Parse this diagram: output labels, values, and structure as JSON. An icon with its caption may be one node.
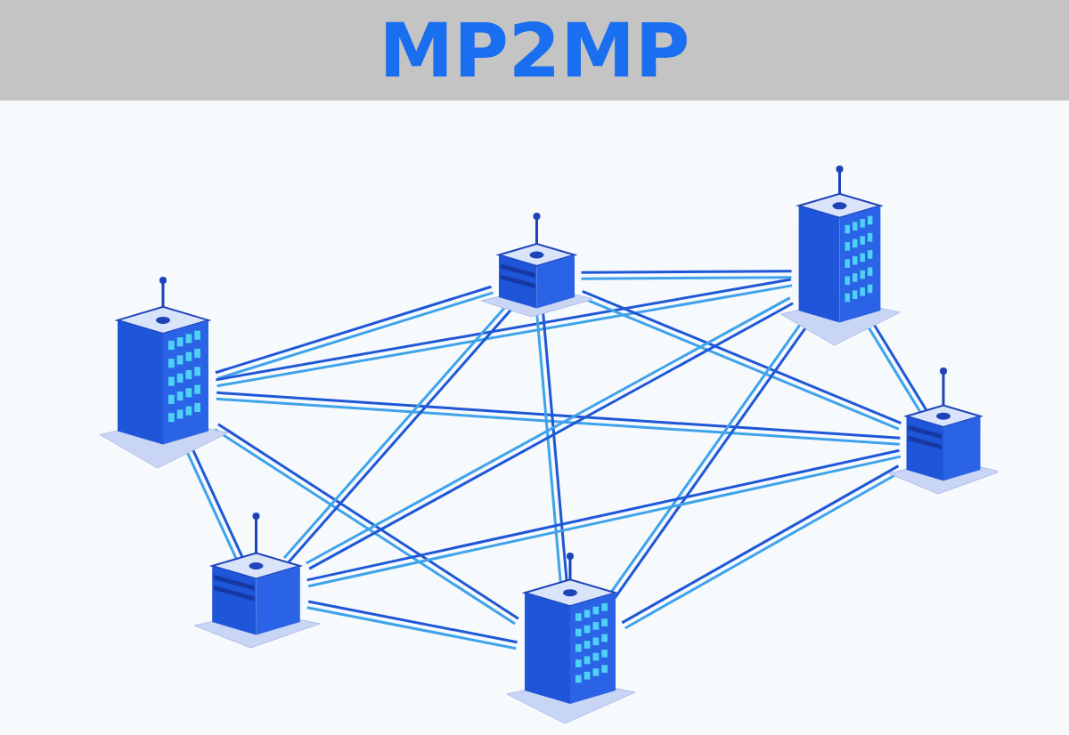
{
  "diagram": {
    "title": "MP2MP",
    "nodes": [
      {
        "text": [],
        "shape": "building"
      },
      {
        "text": [],
        "shape": "building"
      },
      {
        "text": [],
        "shape": "building"
      },
      {
        "text": [],
        "shape": "building"
      },
      {
        "text": [],
        "shape": "building"
      },
      {
        "text": [],
        "shape": "building"
      }
    ],
    "edges": [
      {
        "from": 2,
        "to": 0,
        "arrow": "none"
      },
      {
        "from": 2,
        "to": 0,
        "arrow": "none",
        "color": "#3fa3ea"
      },
      {
        "from": 2,
        "to": 1,
        "arrow": "none"
      },
      {
        "from": 2,
        "to": 1,
        "arrow": "none",
        "color": "#3fa3ea"
      },
      {
        "from": 2,
        "to": 3,
        "arrow": "none"
      },
      {
        "from": 2,
        "to": 3,
        "arrow": "none",
        "color": "#3fa3ea"
      },
      {
        "from": 2,
        "to": 4,
        "arrow": "none"
      },
      {
        "from": 2,
        "to": 4,
        "arrow": "none",
        "color": "#3fa3ea"
      },
      {
        "from": 2,
        "to": 5,
        "arrow": "none"
      },
      {
        "from": 2,
        "to": 5,
        "arrow": "none",
        "color": "#3fa3ea"
      },
      {
        "from": 0,
        "to": 1,
        "arrow": "none"
      },
      {
        "from": 0,
        "to": 1,
        "arrow": "none",
        "color": "#3fa3ea"
      },
      {
        "from": 0,
        "to": 3,
        "arrow": "none"
      },
      {
        "from": 0,
        "to": 3,
        "arrow": "none",
        "color": "#3fa3ea"
      },
      {
        "from": 0,
        "to": 4,
        "arrow": "none"
      },
      {
        "from": 0,
        "to": 4,
        "arrow": "none",
        "color": "#3fa3ea"
      },
      {
        "from": 0,
        "to": 5,
        "arrow": "none"
      },
      {
        "from": 0,
        "to": 5,
        "arrow": "none",
        "color": "#3fa3ea"
      },
      {
        "from": 1,
        "to": 3,
        "arrow": "none"
      },
      {
        "from": 1,
        "to": 3,
        "arrow": "none",
        "color": "#3fa3ea"
      },
      {
        "from": 1,
        "to": 4,
        "arrow": "none"
      },
      {
        "from": 1,
        "to": 4,
        "arrow": "none",
        "color": "#3fa3ea"
      },
      {
        "from": 1,
        "to": 5,
        "arrow": "none"
      },
      {
        "from": 1,
        "to": 5,
        "arrow": "none",
        "color": "#3fa3ea"
      },
      {
        "from": 4,
        "to": 5,
        "arrow": "none"
      },
      {
        "from": 4,
        "to": 5,
        "arrow": "none",
        "color": "#3fa3ea"
      },
      {
        "from": 4,
        "to": 3,
        "arrow": "none"
      },
      {
        "from": 4,
        "to": 3,
        "arrow": "none",
        "color": "#3fa3ea"
      },
      {
        "from": 5,
        "to": 3,
        "arrow": "none"
      },
      {
        "from": 5,
        "to": 3,
        "arrow": "none",
        "color": "#3fa3ea"
      }
    ]
  }
}
